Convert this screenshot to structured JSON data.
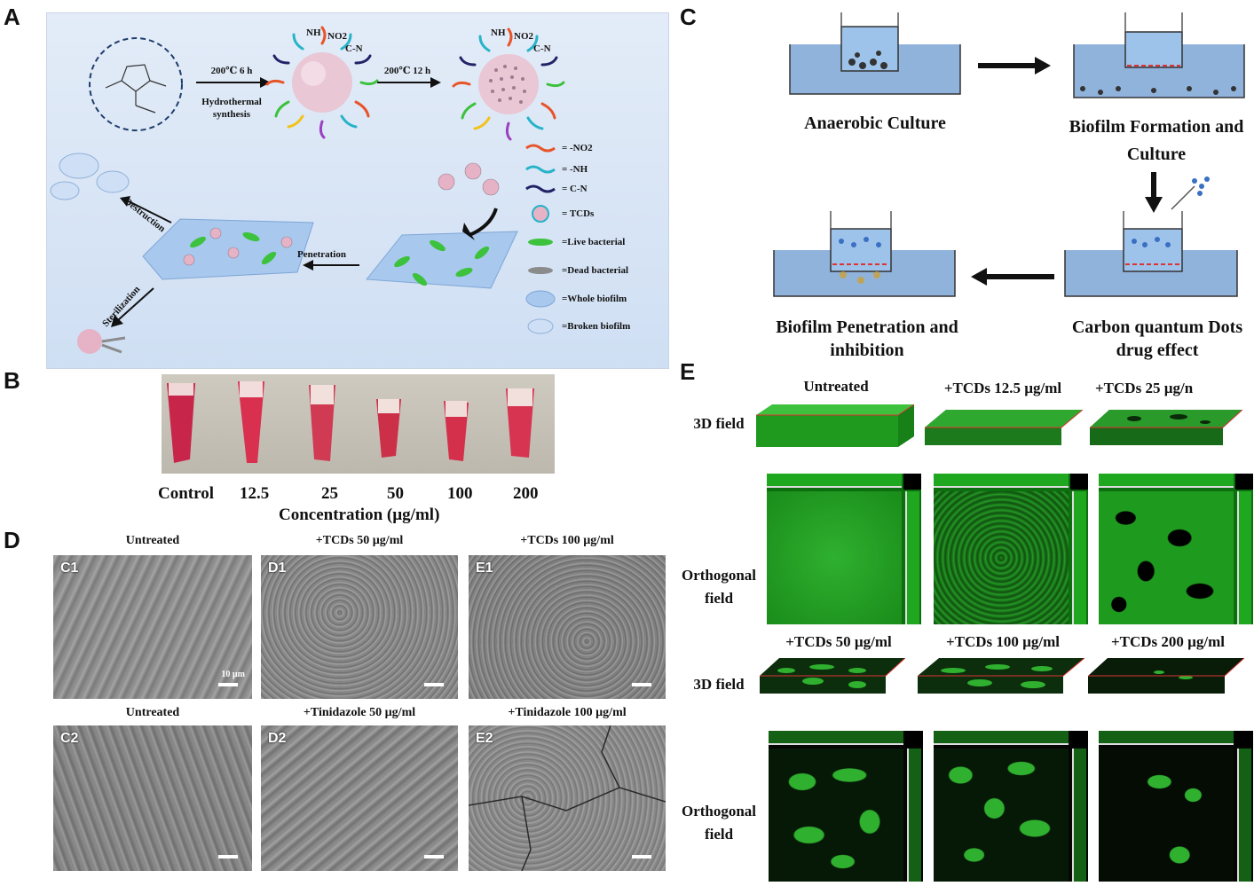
{
  "panels": {
    "a": "A",
    "b": "B",
    "c": "C",
    "d": "D",
    "e": "E"
  },
  "panel_a": {
    "step1_top": "200℃ 6 h",
    "step1_bottom": "Hydrothermal synthesis",
    "step2_top": "200℃ 12 h",
    "groups_1": [
      "NH",
      "NO2",
      "C-N"
    ],
    "groups_2": [
      "NH",
      "NO2",
      "C-N"
    ],
    "arrow_destruction": "Destruction",
    "arrow_penetration": "Penetration",
    "arrow_sterilization": "Sterilization",
    "legend": [
      {
        "label": "= -NO2",
        "color": "#e8542a"
      },
      {
        "label": "= -NH",
        "color": "#27b3c8"
      },
      {
        "label": "= C-N",
        "color": "#222266"
      },
      {
        "label": "= TCDs",
        "color": "#e6b3c6"
      },
      {
        "label": "=Live bacterial",
        "color": "#3cc23c"
      },
      {
        "label": "=Dead bacterial",
        "color": "#8b8b8b"
      },
      {
        "label": "=Whole biofilm",
        "color": "#a8c8ee"
      },
      {
        "label": "=Broken biofilm",
        "color": "#cfe0f6"
      }
    ]
  },
  "panel_b": {
    "labels": [
      "Control",
      "12.5",
      "25",
      "50",
      "100",
      "200"
    ],
    "axis": "Concentration (µg/ml)"
  },
  "panel_c": {
    "steps": [
      "Anaerobic Culture",
      "Biofilm Formation and Culture",
      "Carbon quantum Dots drug effect",
      "Biofilm Penetration and inhibition"
    ]
  },
  "panel_d": {
    "top_captions": [
      "Untreated",
      "+TCDs  50 µg/ml",
      "+TCDs  100 µg/ml"
    ],
    "bottom_captions": [
      "Untreated",
      "+Tinidazole  50 µg/ml",
      "+Tinidazole  100 µg/ml"
    ],
    "top_tags": [
      "C1",
      "D1",
      "E1"
    ],
    "bottom_tags": [
      "C2",
      "D2",
      "E2"
    ],
    "scale_label": "10 µm"
  },
  "panel_e": {
    "top_headers": [
      "Untreated",
      "+TCDs 12.5 µg/ml",
      "+TCDs 25 µg/n"
    ],
    "bottom_headers": [
      "+TCDs 50 µg/ml",
      "+TCDs 100 µg/ml",
      "+TCDs 200 µg/ml"
    ],
    "row_3d": "3D field",
    "row_ortho": "Orthogonal field"
  }
}
